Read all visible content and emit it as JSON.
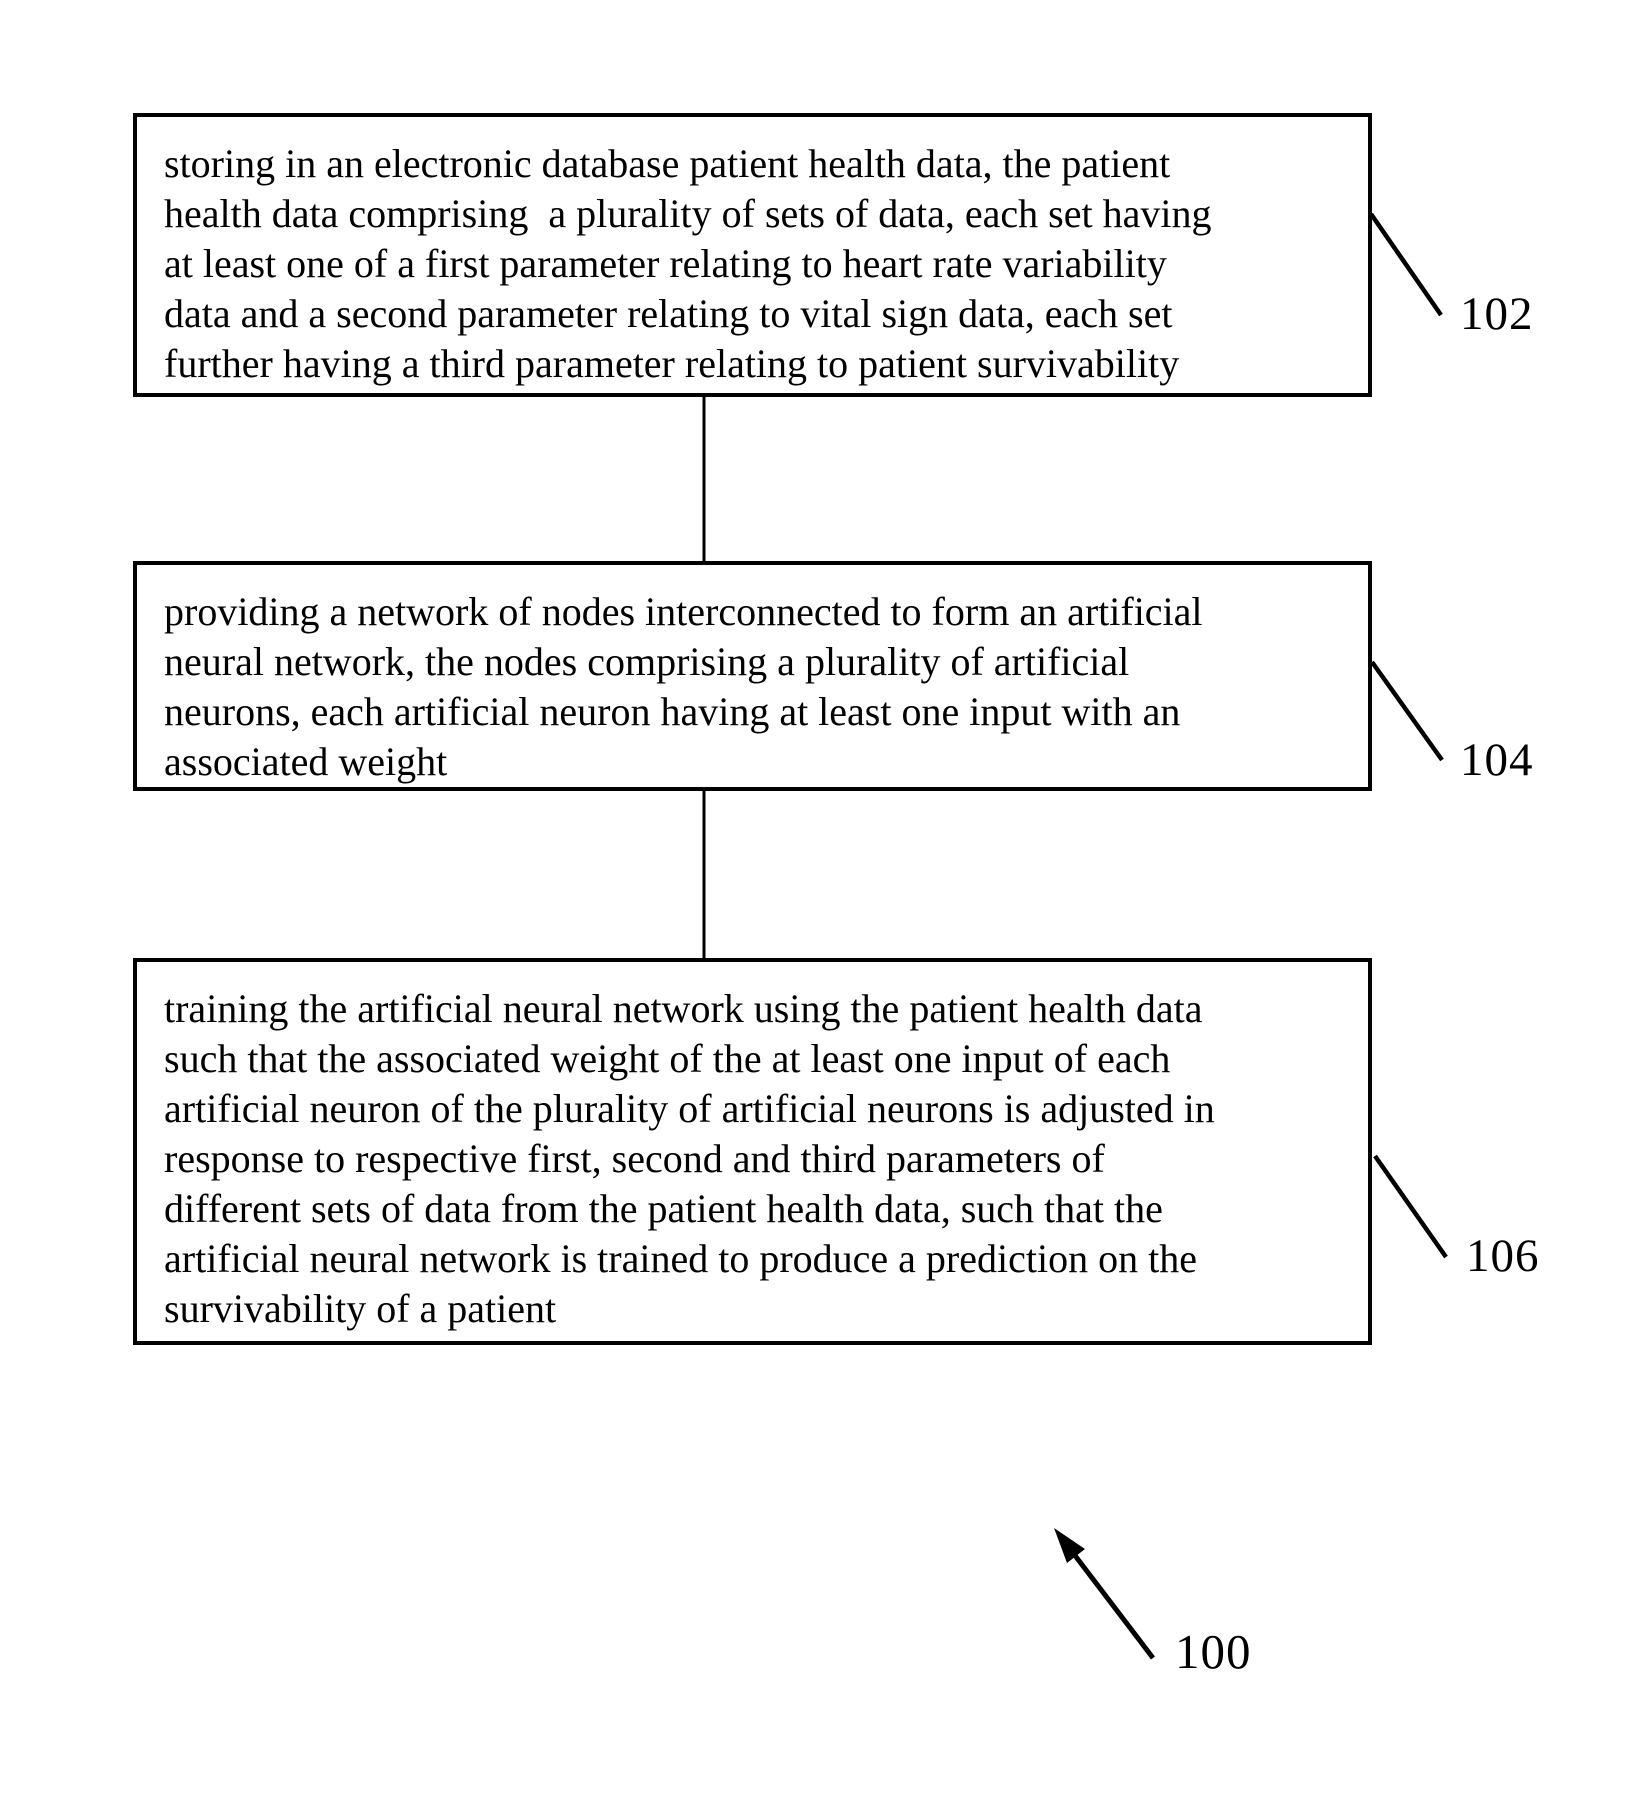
{
  "diagram": {
    "type": "flowchart",
    "overall_reference": "100",
    "colors": {
      "ink": "#000000",
      "background": "#ffffff"
    },
    "steps": [
      {
        "reference": "102",
        "lines": [
          "storing in an electronic database patient health data, the patient",
          "health data comprising  a plurality of sets of data, each set having",
          "at least one of a first parameter relating to heart rate variability",
          "data and a second parameter relating to vital sign data, each set",
          "further having a third parameter relating to patient survivability"
        ]
      },
      {
        "reference": "104",
        "lines": [
          "providing a network of nodes interconnected to form an artificial",
          "neural network, the nodes comprising a plurality of artificial",
          "neurons, each artificial neuron having at least one input with an",
          "associated weight"
        ]
      },
      {
        "reference": "106",
        "lines": [
          "training the artificial neural network using the patient health data",
          "such that the associated weight of the at least one input of each",
          "artificial neuron of the plurality of artificial neurons is adjusted in",
          "response to respective first, second and third parameters of",
          "different sets of data from the patient health data, such that the",
          "artificial neural network is trained to produce a prediction on the",
          "survivability of a patient"
        ]
      }
    ]
  }
}
